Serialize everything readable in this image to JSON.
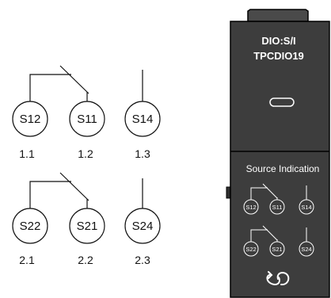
{
  "diagram": {
    "group1": {
      "contacts": [
        "S12",
        "S11",
        "S14"
      ],
      "positions": [
        "1.1",
        "1.2",
        "1.3"
      ]
    },
    "group2": {
      "contacts": [
        "S22",
        "S21",
        "S24"
      ],
      "positions": [
        "2.1",
        "2.2",
        "2.3"
      ]
    }
  },
  "module": {
    "title_line1": "DIO:S/I",
    "title_line2": "TPCDIO19",
    "section_label": "Source Indication",
    "mini_group1": [
      "S12",
      "S11",
      "S14"
    ],
    "mini_group2": [
      "S22",
      "S21",
      "S24"
    ],
    "colors": {
      "body": "#3d3d3d",
      "top_cap": "#4a4a4a",
      "outline": "#000000",
      "text": "#ffffff"
    }
  }
}
